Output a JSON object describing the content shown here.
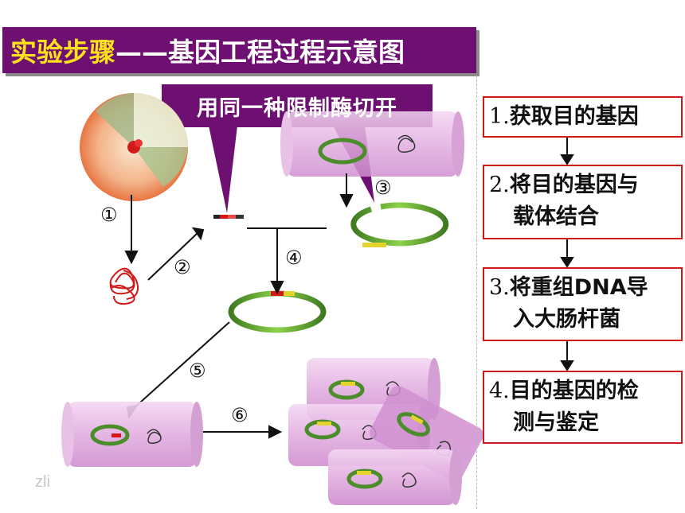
{
  "title": {
    "part1": "实验步骤",
    "part2": "——基因工程过程示意图"
  },
  "callout": "用同一种限制酶切开",
  "labels": {
    "s1": "①",
    "s2": "②",
    "s3": "③",
    "s4": "④",
    "s5": "⑤",
    "s6": "⑥"
  },
  "steps": [
    {
      "num": "1.",
      "line1": "获取目的基因",
      "line2": ""
    },
    {
      "num": "2.",
      "line1": "将目的基因与",
      "line2": "载体结合"
    },
    {
      "num": "3.",
      "line1": "将重组DNA导",
      "line2": "入大肠杆菌"
    },
    {
      "num": "4.",
      "line1": "目的基因的检",
      "line2": "测与鉴定"
    }
  ],
  "watermark": "zli",
  "colors": {
    "title_bg": "#6e0f72",
    "title_yellow": "#ffe21c",
    "step_border": "#d01a1a",
    "cell_pink": "#e9b8e6",
    "plasmid_green": "#6da936"
  }
}
